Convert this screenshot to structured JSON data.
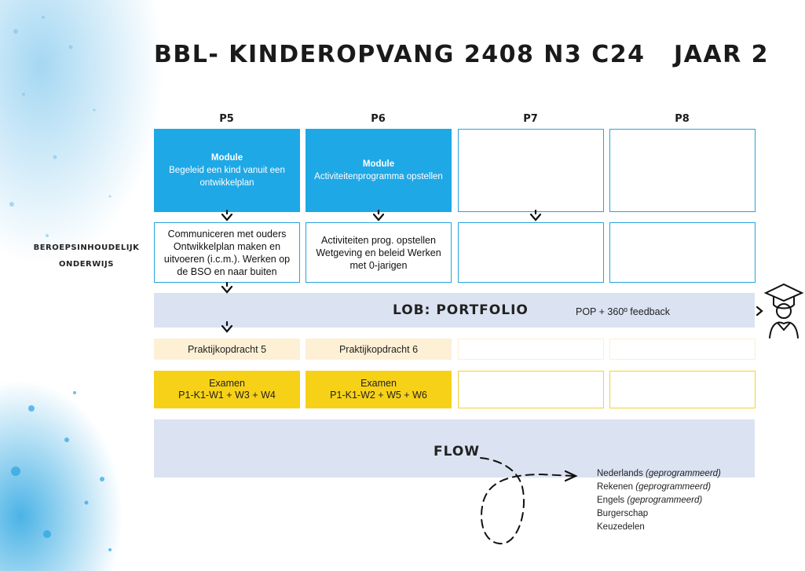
{
  "header": {
    "title": "BBL- KINDEROPVANG 2408 N3   C24",
    "year": "JAAR 2"
  },
  "periods": [
    "P5",
    "P6",
    "P7",
    "P8"
  ],
  "side_label": {
    "line1": "BEROEPSINHOUDELIJK",
    "line2": "ONDERWIJS"
  },
  "modules": [
    {
      "heading": "Module",
      "text": "Begeleid een kind vanuit een ontwikkelplan"
    },
    {
      "heading": "Module",
      "text": "Activiteitenprogramma opstellen"
    }
  ],
  "topics": [
    "Communiceren met ouders Ontwikkelplan maken en uitvoeren (i.c.m.). Werken op de BSO en naar buiten",
    "Activiteiten prog. opstellen Wetgeving en beleid Werken met 0-jarigen"
  ],
  "lob": {
    "title": "LOB: PORTFOLIO",
    "subtitle": "POP + 360º feedback"
  },
  "praktijk": [
    "Praktijkopdracht 5",
    "Praktijkopdracht 6"
  ],
  "exams": [
    {
      "line1": "Examen",
      "line2": "P1-K1-W1 + W3 + W4"
    },
    {
      "line1": "Examen",
      "line2": "P1-K1-W2 + W5 + W6"
    }
  ],
  "flow": {
    "title": "FLOW",
    "items": [
      {
        "text": "Nederlands ",
        "italic": "(geprogrammeerd)"
      },
      {
        "text": "Rekenen ",
        "italic": "(geprogrammeerd)"
      },
      {
        "text": "Engels ",
        "italic": "(geprogrammeerd)"
      },
      {
        "text": "Burgerschap",
        "italic": ""
      },
      {
        "text": "Keuzedelen",
        "italic": ""
      }
    ]
  },
  "icons": {
    "graduate": "graduate-student-icon",
    "arrow": "arrow-right-icon",
    "down_arrow": "chevron-down-icon"
  },
  "colors": {
    "module_blue": "#1fa8e6",
    "band": "#dbe3f2",
    "exam_yellow": "#f7d117",
    "praktijk_beige": "#fdf0d5"
  }
}
